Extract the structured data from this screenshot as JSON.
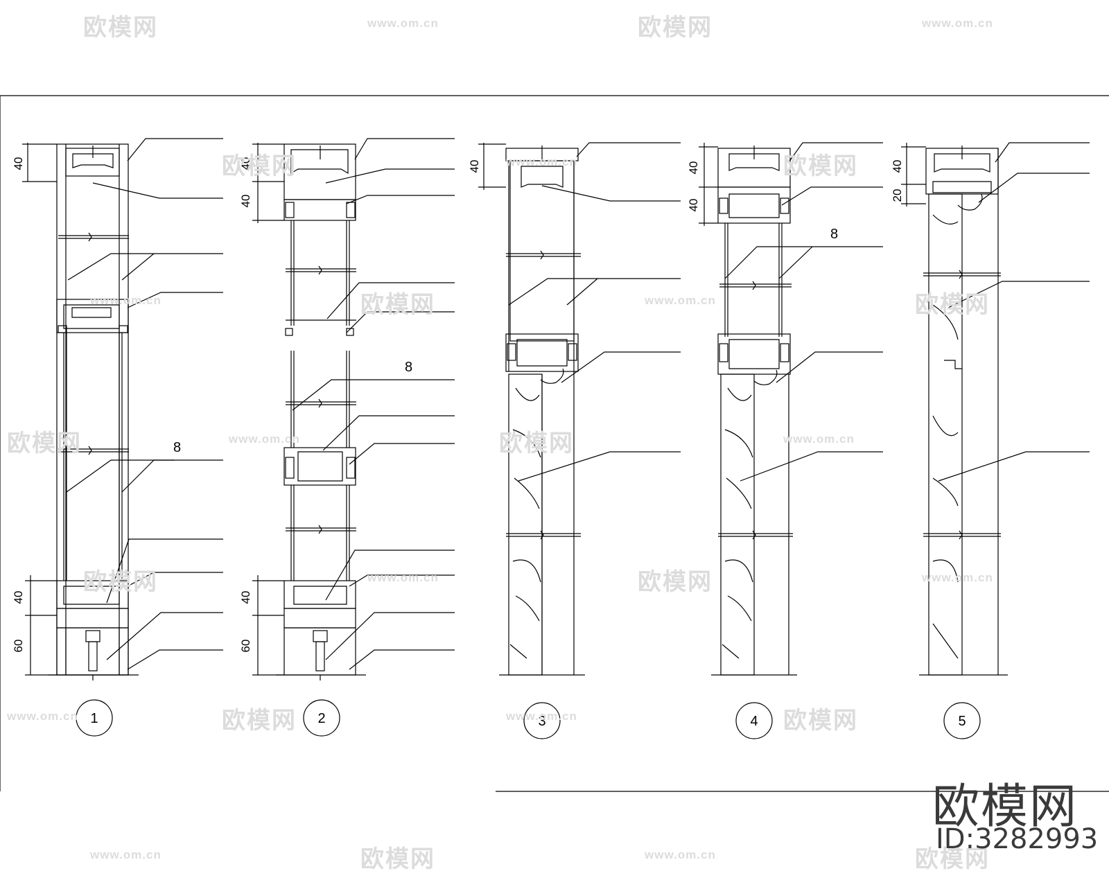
{
  "watermark": {
    "site_cn": "欧模网",
    "url": "www.om.cn"
  },
  "brand": {
    "name": "欧模网",
    "id_label": "ID:3282993"
  },
  "detail_labels": [
    "1",
    "2",
    "3",
    "4",
    "5"
  ],
  "dimensions": {
    "d1_top": "40",
    "d1_bottom_a": "40",
    "d1_bottom_b": "60",
    "d2_top_a": "40",
    "d2_top_b": "40",
    "d2_bottom_a": "40",
    "d2_bottom_b": "60",
    "d3_top": "40",
    "d4_top_a": "40",
    "d4_top_b": "40",
    "d5_top_a": "40",
    "d5_top_b": "20"
  },
  "glass_thickness": {
    "d1": "8",
    "d2": "8",
    "d4": "8"
  }
}
